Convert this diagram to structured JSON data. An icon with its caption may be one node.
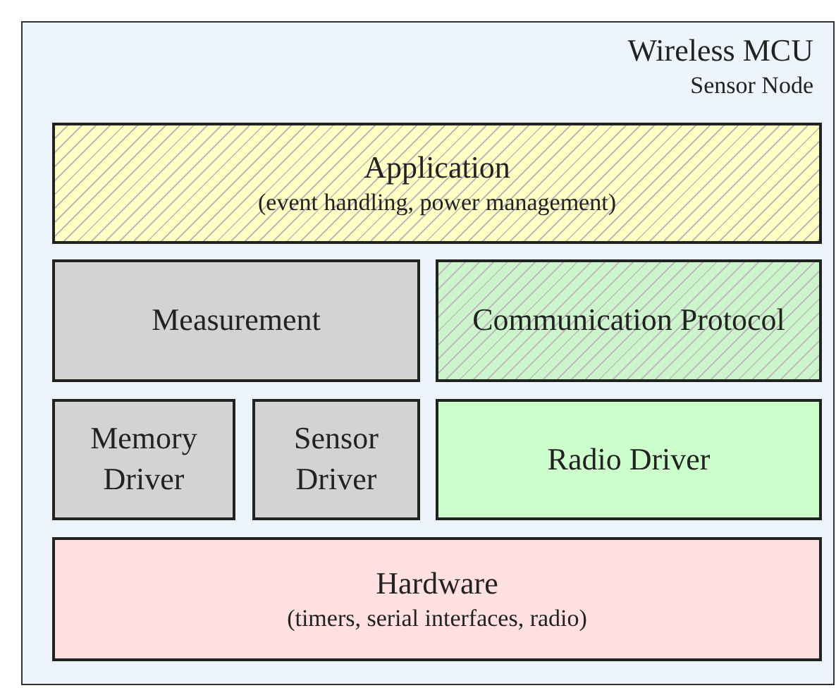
{
  "diagram": {
    "nodes": [
      {
        "text": [
          "Wireless MCU",
          "Sensor Node"
        ]
      },
      {
        "text": [
          "Application",
          "(event handling, power management)"
        ],
        "in": 0
      },
      {
        "text": [
          "Measurement"
        ],
        "in": 0
      },
      {
        "text": [
          "Communication Protocol"
        ],
        "in": 0
      },
      {
        "text": [
          "Memory Driver"
        ],
        "in": 0
      },
      {
        "text": [
          "Sensor Driver"
        ],
        "in": 0
      },
      {
        "text": [
          "Radio Driver"
        ],
        "in": 0
      },
      {
        "text": [
          "Hardware",
          "(timers, serial interfaces, radio)"
        ],
        "in": 0
      }
    ]
  }
}
